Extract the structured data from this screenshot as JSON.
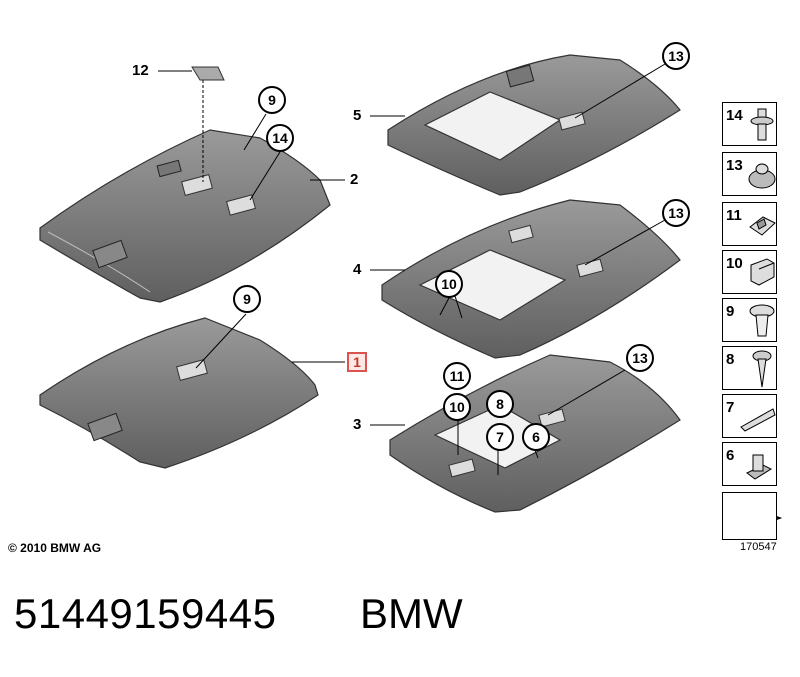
{
  "callouts": {
    "c12": "12",
    "c9a": "9",
    "c14": "14",
    "c2": "2",
    "c9b": "9",
    "c1": "1",
    "c5": "5",
    "c13a": "13",
    "c4": "4",
    "c13b": "13",
    "c10a": "10",
    "c3": "3",
    "c11": "11",
    "c10b": "10",
    "c8": "8",
    "c7": "7",
    "c6": "6",
    "c13c": "13"
  },
  "legend": {
    "items": [
      {
        "num": "14",
        "icon": "push-rivet-icon"
      },
      {
        "num": "13",
        "icon": "round-clip-icon"
      },
      {
        "num": "11",
        "icon": "spring-nut-icon"
      },
      {
        "num": "10",
        "icon": "bracket-clip-icon"
      },
      {
        "num": "9",
        "icon": "expanding-rivet-icon"
      },
      {
        "num": "8",
        "icon": "screw-icon"
      },
      {
        "num": "7",
        "icon": "strip-bracket-icon"
      },
      {
        "num": "6",
        "icon": "clamp-clip-icon"
      }
    ],
    "arrow_icon": "view-direction-arrow-icon"
  },
  "footer": {
    "copyright": "© 2010 BMW AG",
    "image_code": "170547",
    "part_number": "51449159445",
    "brand": "BMW"
  }
}
